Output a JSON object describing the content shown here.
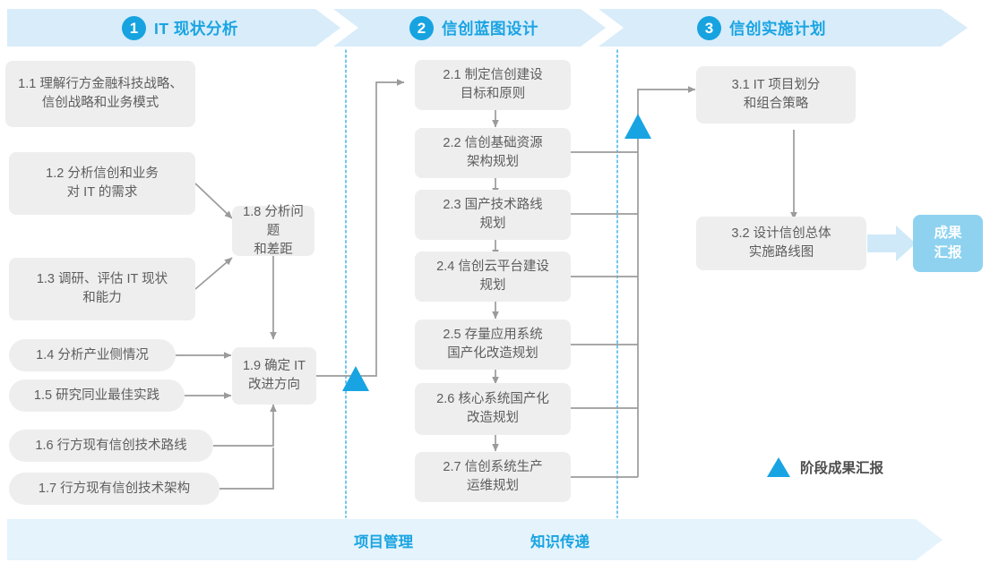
{
  "header": {
    "band_color": "#d8ecfa",
    "accent": "#1aa4e2",
    "phases": [
      {
        "num": "1",
        "title": "IT 现状分析"
      },
      {
        "num": "2",
        "title": "信创蓝图设计"
      },
      {
        "num": "3",
        "title": "信创实施计划"
      }
    ]
  },
  "phase1": {
    "boxes": [
      {
        "id": "1.1",
        "text": "1.1 理解行方金融科技战略、\n信创战略和业务模式"
      },
      {
        "id": "1.2",
        "text": "1.2 分析信创和业务\n对 IT 的需求"
      },
      {
        "id": "1.3",
        "text": "1.3 调研、评估 IT 现状\n和能力"
      },
      {
        "id": "1.4",
        "text": "1.4 分析产业侧情况"
      },
      {
        "id": "1.5",
        "text": "1.5 研究同业最佳实践"
      },
      {
        "id": "1.6",
        "text": "1.6 行方现有信创技术路线"
      },
      {
        "id": "1.7",
        "text": "1.7 行方现有信创技术架构"
      },
      {
        "id": "1.8",
        "text": "1.8 分析问题\n和差距"
      },
      {
        "id": "1.9",
        "text": "1.9 确定 IT\n改进方向"
      }
    ]
  },
  "phase2": {
    "boxes": [
      {
        "id": "2.1",
        "text": "2.1 制定信创建设\n目标和原则"
      },
      {
        "id": "2.2",
        "text": "2.2 信创基础资源\n架构规划"
      },
      {
        "id": "2.3",
        "text": "2.3 国产技术路线\n规划"
      },
      {
        "id": "2.4",
        "text": "2.4 信创云平台建设\n规划"
      },
      {
        "id": "2.5",
        "text": "2.5 存量应用系统\n国产化改造规划"
      },
      {
        "id": "2.6",
        "text": "2.6 核心系统国产化\n改造规划"
      },
      {
        "id": "2.7",
        "text": "2.7 信创系统生产\n运维规划"
      }
    ]
  },
  "phase3": {
    "boxes": [
      {
        "id": "3.1",
        "text": "3.1 IT 项目划分\n和组合策略"
      },
      {
        "id": "3.2",
        "text": "3.2 设计信创总体\n实施路线图"
      }
    ],
    "result": {
      "text": "成果\n汇报",
      "color": "#8ed2f0"
    }
  },
  "legend": {
    "icon": "triangle-up-icon",
    "text": "阶段成果汇报",
    "color": "#18a4e3"
  },
  "footer": {
    "band_color": "#e4f3fc",
    "labels": [
      {
        "text": "项目管理"
      },
      {
        "text": "知识传递"
      }
    ]
  },
  "markers": {
    "milestone_count": 2,
    "color": "#18a4e3"
  }
}
